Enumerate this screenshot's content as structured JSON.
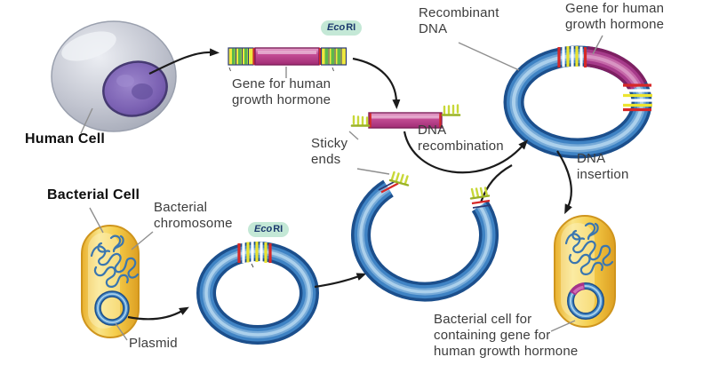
{
  "labels": {
    "human_cell": "Human Cell",
    "gene_for_hgh_top": [
      "Gene for human",
      "growth hormone"
    ],
    "ecori": {
      "eco": "Eco",
      "ri": "RI"
    },
    "sticky_ends": [
      "Sticky",
      "ends"
    ],
    "dna_recombination": [
      "DNA",
      "recombination"
    ],
    "recombinant_dna": [
      "Recombinant",
      "DNA"
    ],
    "gene_for_hgh_right": [
      "Gene for human",
      "growth hormone"
    ],
    "dna_insertion": [
      "DNA",
      "insertion"
    ],
    "bacterial_cell": "Bacterial Cell",
    "bacterial_chromosome": [
      "Bacterial",
      "chromosome"
    ],
    "plasmid": "Plasmid",
    "final_bacterial_cell": [
      "Bacterial cell for",
      "containing gene for",
      "human growth hormone"
    ]
  },
  "colors": {
    "background": "#ffffff",
    "plasmid_blue": "#3f83c4",
    "gene_magenta": "#a83286",
    "bacteria_yellow": "#f5cd4a",
    "ecori_badge_bg": "#c4e8d6",
    "ecori_text": "#1c3a6e",
    "sticky_end_yellow": "#e8e23c",
    "sticky_end_green": "#5cb84c",
    "human_cell_gray": "#c2c5d0",
    "nucleus_purple": "#7a60b2",
    "label_text": "#3c3c3c"
  }
}
